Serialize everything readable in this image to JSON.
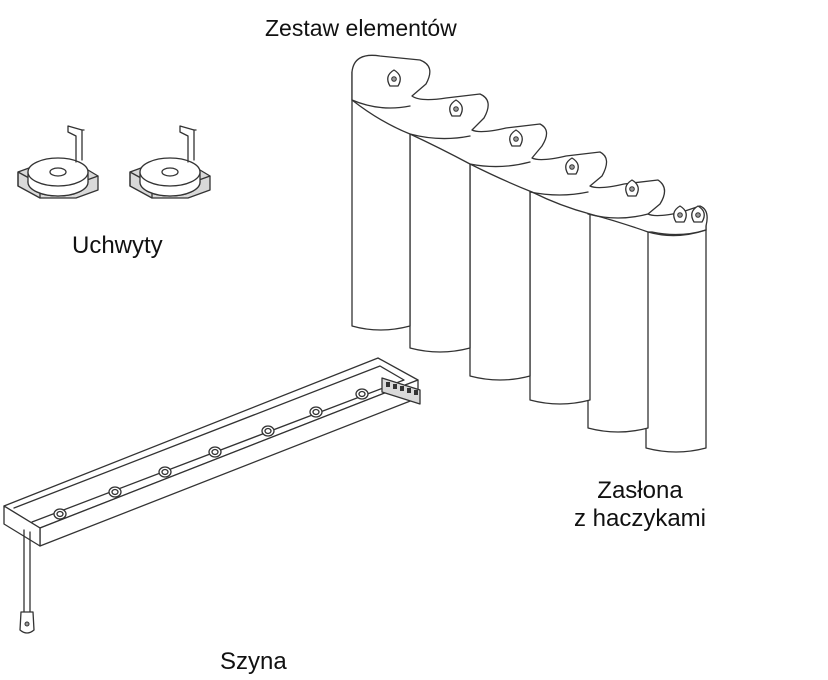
{
  "diagram": {
    "title": "Zestaw elementów",
    "components": {
      "handles": {
        "label": "Uchwyty",
        "count": 2
      },
      "curtain": {
        "label_line1": "Zasłona",
        "label_line2": "z haczykami",
        "panels": 6
      },
      "rail": {
        "label": "Szyna",
        "rings": 7
      }
    }
  }
}
